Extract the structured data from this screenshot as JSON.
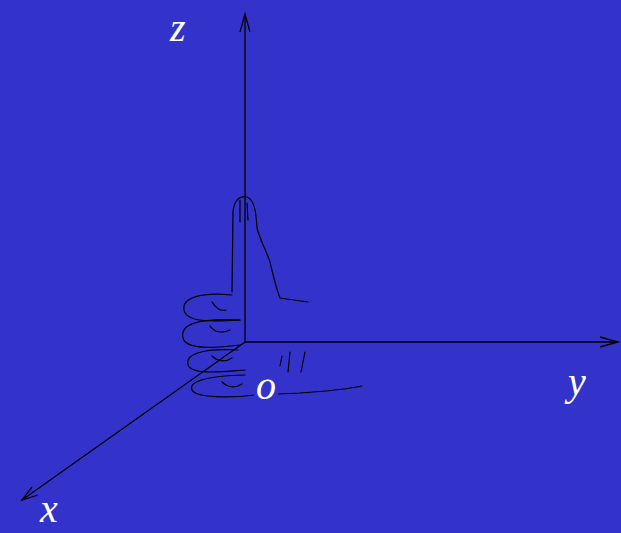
{
  "diagram": {
    "labels": [
      "z",
      "y",
      "x",
      "o"
    ]
  }
}
